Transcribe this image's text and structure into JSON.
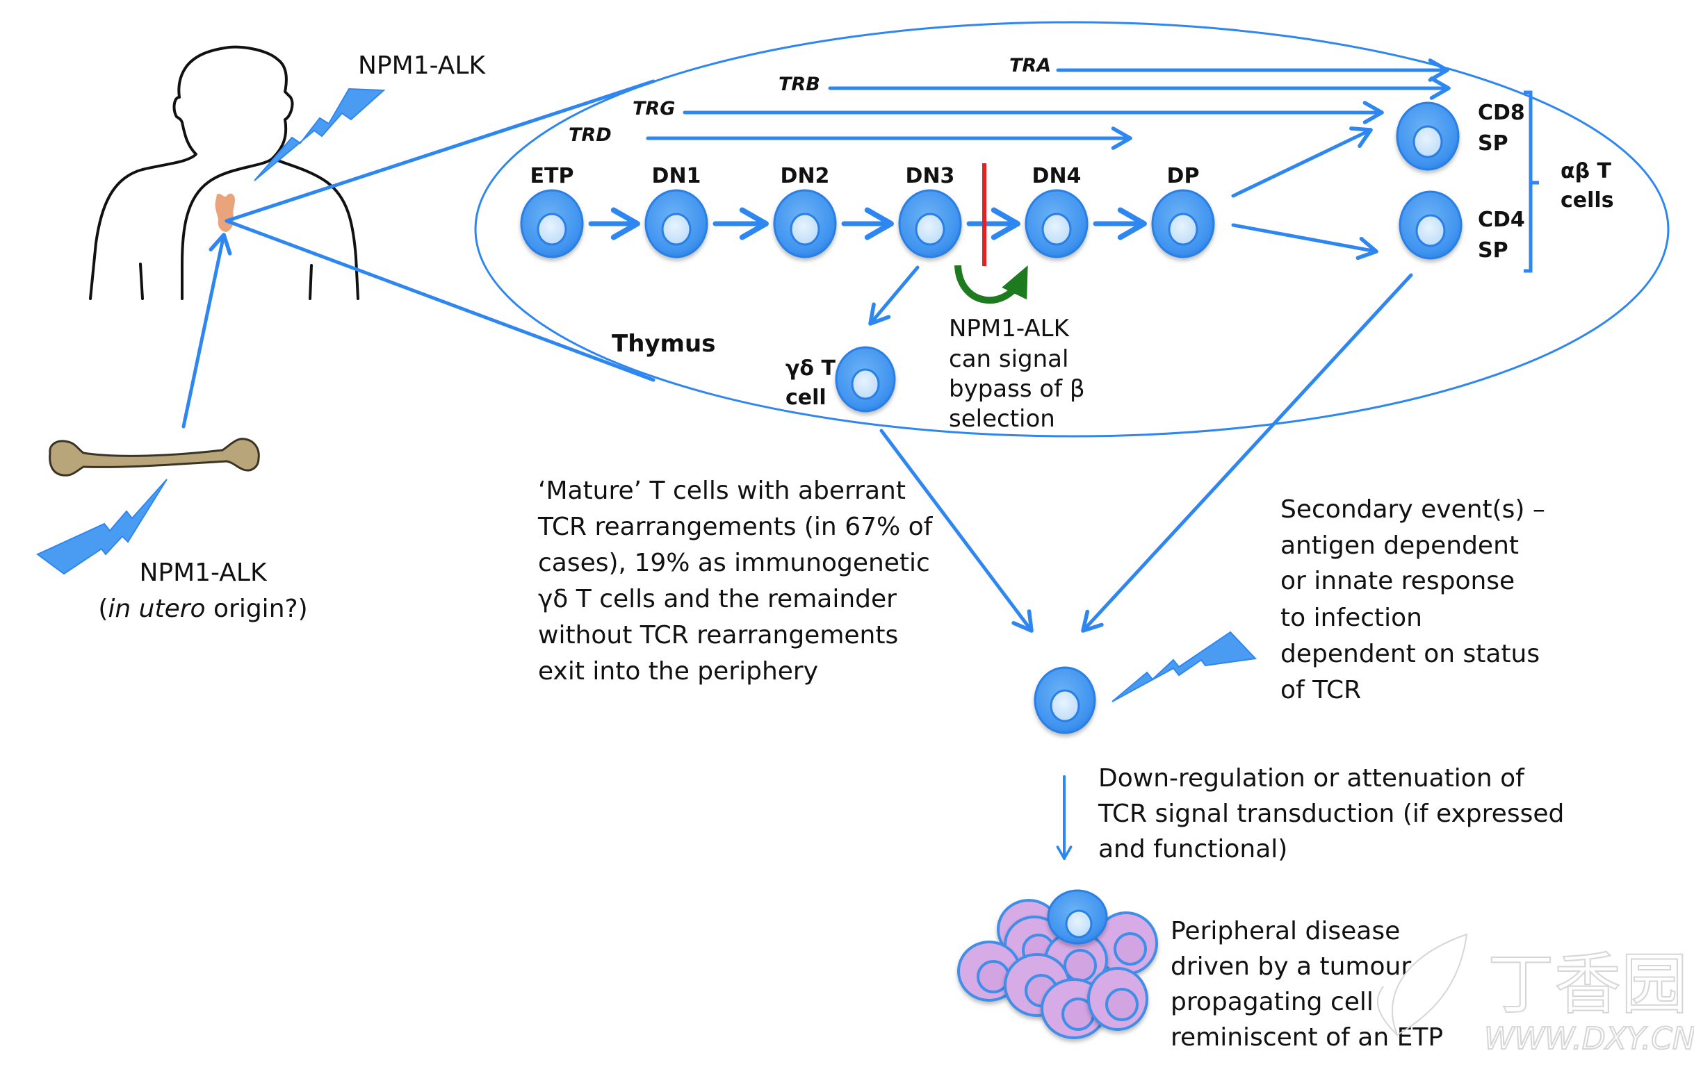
{
  "colors": {
    "arrow_blue": "#2e86f0",
    "cell_outer": "#4a9cf2",
    "cell_nucleus": "#d3e9fc",
    "tumour_cell_fill": "#d7abe6",
    "block_red": "#ee1c1c",
    "bypass_green": "#1e7a1e",
    "thymus_orange": "#e89a6e",
    "bone": "#b8a57a",
    "watermark": "#d6d6d6"
  },
  "labels": {
    "npm1_top": "NPM1-ALK",
    "npm1_bone_line1": "NPM1-ALK",
    "npm1_bone_line2_italic": "in utero",
    "npm1_bone_line2_rest": " origin?)",
    "npm1_bone_line2_open": "(",
    "thymus": "Thymus"
  },
  "genes": [
    {
      "name": "TRA"
    },
    {
      "name": "TRB"
    },
    {
      "name": "TRG"
    },
    {
      "name": "TRD"
    }
  ],
  "stages": [
    {
      "name": "ETP"
    },
    {
      "name": "DN1"
    },
    {
      "name": "DN2"
    },
    {
      "name": "DN3"
    },
    {
      "name": "DN4"
    },
    {
      "name": "DP"
    }
  ],
  "sp_cells": {
    "cd8_line1": "CD8",
    "cd8_line2": "SP",
    "cd4_line1": "CD4",
    "cd4_line2": "SP",
    "ab_line1": "αβ T",
    "ab_line2": "cells"
  },
  "gd_cell": {
    "line1": "γδ T",
    "line2": "cell"
  },
  "bypass_note": [
    "NPM1-ALK",
    "can signal",
    "bypass of β",
    "selection"
  ],
  "mature_note": [
    "‘Mature’ T cells with aberrant",
    "TCR rearrangements (in 67% of",
    "cases),  19% as immunogenetic",
    "γδ T cells and the remainder",
    "without TCR rearrangements",
    "exit into the periphery"
  ],
  "secondary_note": [
    "Secondary event(s) –",
    "antigen dependent",
    "or innate response",
    "to infection",
    "dependent on status",
    "of TCR"
  ],
  "downreg_note": [
    "Down-regulation or attenuation of",
    "TCR signal transduction (if expressed",
    "and functional)"
  ],
  "peripheral_note": [
    "Peripheral disease",
    "driven by a tumour",
    "propagating cell",
    "reminiscent of an ETP"
  ],
  "watermark": {
    "cn": "丁香园",
    "url": "WWW.DXY.CN"
  }
}
